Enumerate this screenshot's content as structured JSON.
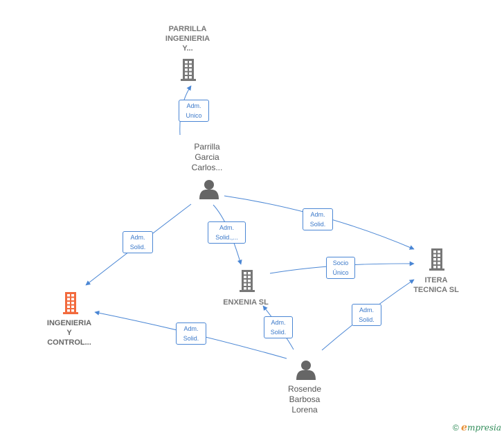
{
  "colors": {
    "edge": "#4a86d4",
    "company_icon": "#777777",
    "focus_company_icon": "#f26a3d",
    "person_icon": "#666666"
  },
  "nodes": {
    "parrilla_ingenieria": {
      "label": "PARRILLA\nINGENIERIA\nY...",
      "kind": "company",
      "icon": "building-icon"
    },
    "parrilla_garcia": {
      "label": "Parrilla\nGarcia\nCarlos...",
      "kind": "person",
      "icon": "person-icon"
    },
    "ingenieria_control": {
      "label": "INGENIERIA\nY\nCONTROL...",
      "kind": "company-focus",
      "icon": "building-icon"
    },
    "enxenia": {
      "label": "ENXENIA SL",
      "kind": "company",
      "icon": "building-icon"
    },
    "itera": {
      "label": "ITERA\nTECNICA  SL",
      "kind": "company",
      "icon": "building-icon"
    },
    "rosende": {
      "label": "Rosende\nBarbosa\nLorena",
      "kind": "person",
      "icon": "person-icon"
    }
  },
  "edges": [
    {
      "from": "parrilla_garcia",
      "to": "parrilla_ingenieria",
      "label": "Adm.\nUnico"
    },
    {
      "from": "parrilla_garcia",
      "to": "ingenieria_control",
      "label": "Adm.\nSolid."
    },
    {
      "from": "parrilla_garcia",
      "to": "enxenia",
      "label": "Adm.\nSolid.,..."
    },
    {
      "from": "parrilla_garcia",
      "to": "itera",
      "label": "Adm.\nSolid."
    },
    {
      "from": "enxenia",
      "to": "itera",
      "label": "Socio\nÚnico"
    },
    {
      "from": "rosende",
      "to": "ingenieria_control",
      "label": "Adm.\nSolid."
    },
    {
      "from": "rosende",
      "to": "enxenia",
      "label": "Adm.\nSolid."
    },
    {
      "from": "rosende",
      "to": "itera",
      "label": "Adm.\nSolid."
    }
  ],
  "footer": {
    "copyright": "©",
    "brand_first": "e",
    "brand_rest": "mpresia"
  }
}
